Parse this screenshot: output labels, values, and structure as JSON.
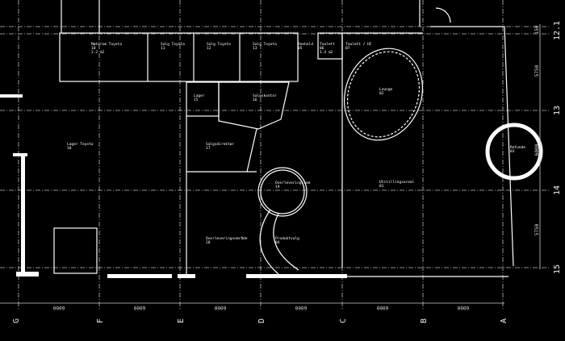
{
  "drawing": {
    "rooms": [
      {
        "name": "Møterom Toyota",
        "no": "10",
        "area": "2.2 m2"
      },
      {
        "name": "Salg Toyota",
        "no": "11"
      },
      {
        "name": "Salg Toyota",
        "no": "12"
      },
      {
        "name": "Salg Toyota",
        "no": "13"
      },
      {
        "name": "Lager",
        "no": "15"
      },
      {
        "name": "Salgskontor",
        "no": "16"
      },
      {
        "name": "Salgsdirektør",
        "no": "17"
      },
      {
        "name": "Lager Toyota",
        "no": "18"
      },
      {
        "name": "Overleveringsrom",
        "no": "19"
      },
      {
        "name": "Overleveringsområde",
        "no": "20"
      },
      {
        "name": "Produktvalg",
        "no": "04"
      },
      {
        "name": "Utstillingsareal",
        "no": "01"
      },
      {
        "name": "Lounge",
        "no": "02"
      },
      {
        "name": "Renhold",
        "no": "05"
      },
      {
        "name": "Toalett",
        "no": "06",
        "area": "1.4 m2"
      },
      {
        "name": "Toalett / HC",
        "no": "07"
      },
      {
        "name": "Rotunde",
        "no": "03"
      }
    ],
    "column_axes": [
      "G",
      "F",
      "E",
      "D",
      "C",
      "B",
      "A"
    ],
    "column_dimensions": [
      "6000",
      "6000",
      "6000",
      "6000",
      "6000",
      "6000"
    ],
    "row_axes": [
      "12.1",
      "13",
      "14",
      "15"
    ],
    "row_dimensions": [
      "150",
      "5750",
      "6000",
      "5750"
    ]
  }
}
